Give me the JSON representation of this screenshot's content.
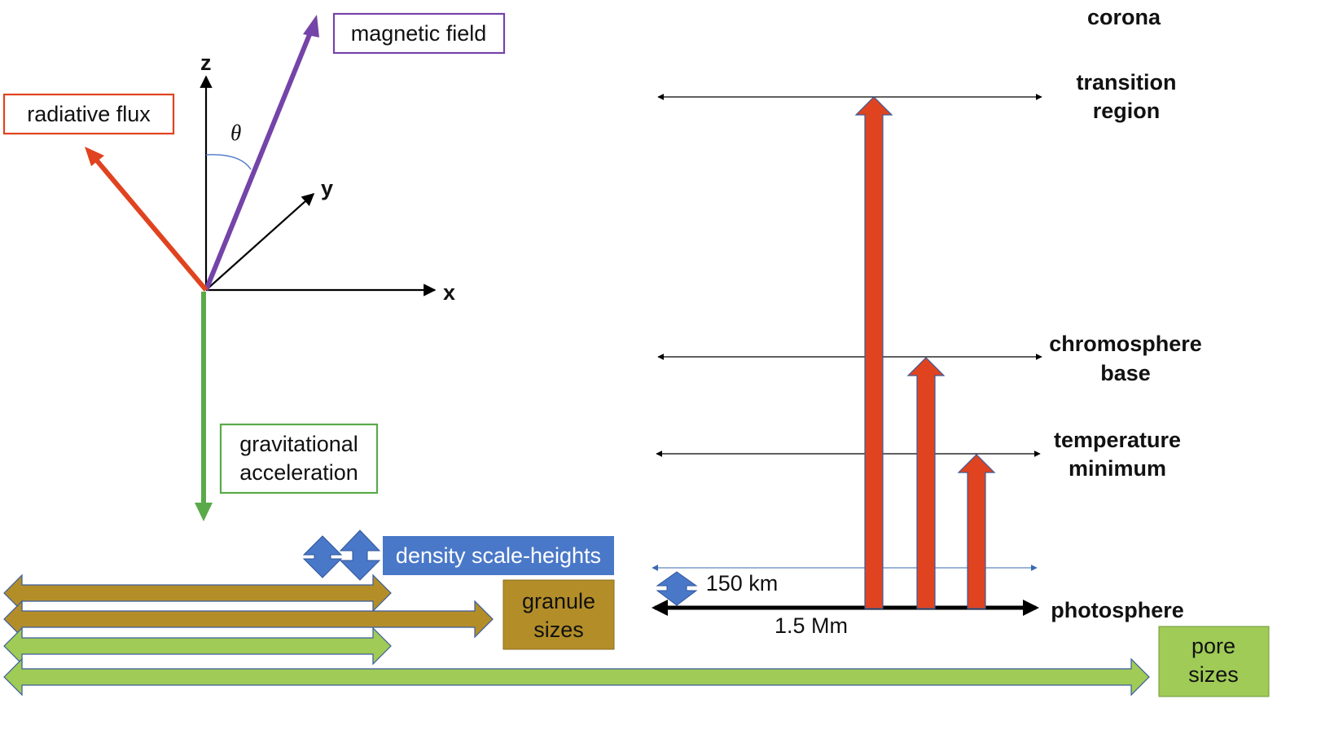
{
  "colors": {
    "radiative": "#e0431f",
    "magnetic": "#7444a8",
    "gravity": "#5aaa4a",
    "axis": "#000000",
    "density": "#4a78c8",
    "granule": "#b38e28",
    "pore": "#9fcb56",
    "transition_arrow": "#e0431f",
    "scale_line": "#3a6ab0"
  },
  "coord_axes": {
    "x_label": "x",
    "y_label": "y",
    "z_label": "z",
    "angle_label": "θ"
  },
  "vector_labels": {
    "magnetic_field": "magnetic field",
    "radiative_flux": "radiative flux",
    "gravitational_line1": "gravitational",
    "gravitational_line2": "acceleration"
  },
  "legend": {
    "density_scale_heights": "density scale-heights",
    "granule_line1": "granule",
    "granule_line2": "sizes",
    "pore_line1": "pore",
    "pore_line2": "sizes"
  },
  "atmosphere": {
    "corona": "corona",
    "transition_line1": "transition",
    "transition_line2": "region",
    "chromosphere_line1": "chromosphere",
    "chromosphere_line2": "base",
    "tempmin_line1": "temperature",
    "tempmin_line2": "minimum",
    "photosphere": "photosphere",
    "scale_150km": "150 km",
    "scale_15Mm": "1.5 Mm"
  }
}
